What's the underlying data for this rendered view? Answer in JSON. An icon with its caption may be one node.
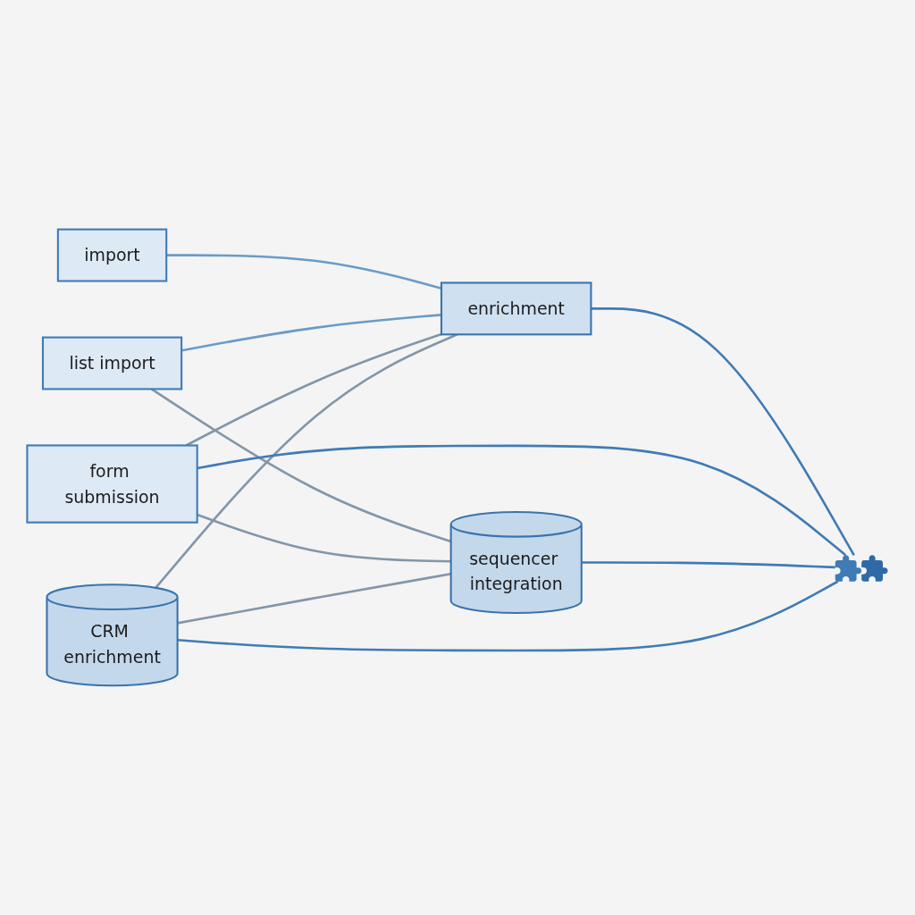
{
  "diagram": {
    "nodes": [
      {
        "text": [
          "import"
        ]
      },
      {
        "text": [
          "list import"
        ]
      },
      {
        "text": [
          "enrichment"
        ]
      },
      {
        "text": [
          "form submission"
        ]
      },
      {
        "text": [
          "sequencer integration"
        ]
      },
      {
        "text": [],
        "shape": "picture"
      },
      {
        "text": [
          "CRM enrichment"
        ]
      }
    ],
    "edges": [
      {
        "from": 0,
        "to": 2,
        "arrow": "none",
        "color": "#6a9bc7"
      },
      {
        "from": 1,
        "to": 2,
        "arrow": "none",
        "color": "#6a9bc7"
      },
      {
        "from": 1,
        "to": 4,
        "arrow": "none"
      },
      {
        "from": 3,
        "to": 2,
        "arrow": "none"
      },
      {
        "from": 3,
        "to": 4,
        "arrow": "none"
      },
      {
        "from": 6,
        "to": 2,
        "arrow": "none"
      },
      {
        "from": 6,
        "to": 4,
        "arrow": "none"
      },
      {
        "from": 2,
        "to": 5,
        "arrow": "none",
        "color": "#3f7bb6"
      },
      {
        "from": 3,
        "to": 5,
        "arrow": "none",
        "color": "#3f7bb6"
      },
      {
        "from": 4,
        "to": 5,
        "arrow": "none",
        "color": "#3f7bb6"
      },
      {
        "from": 6,
        "to": 5,
        "arrow": "none",
        "color": "#3f7bb6"
      }
    ]
  }
}
